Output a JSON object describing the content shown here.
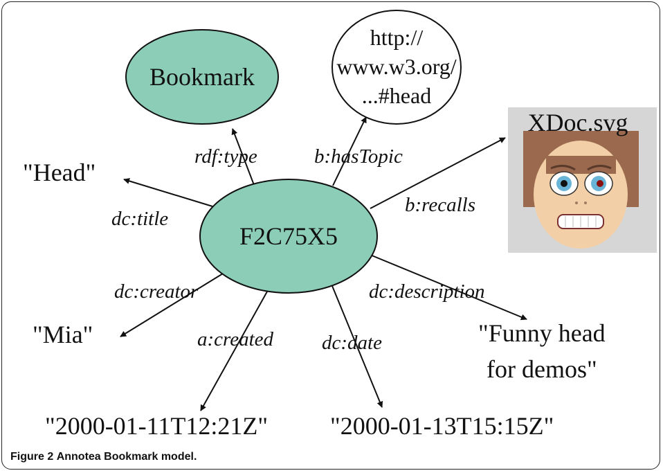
{
  "diagram": {
    "center_node": "F2C75X5",
    "type_node": "Bookmark",
    "topic_node": [
      "http://",
      "www.w3.org/",
      "...#head"
    ],
    "image_label": "XDoc.svg",
    "literals": {
      "title": "\"Head\"",
      "creator": "\"Mia\"",
      "created": "\"2000-01-11T12:21Z\"",
      "date": "\"2000-01-13T15:15Z\"",
      "description": [
        "\"Funny head",
        "for demos\""
      ]
    },
    "edges": {
      "type": "rdf:type",
      "topic": "b:hasTopic",
      "recalls": "b:recalls",
      "title": "dc:title",
      "creator": "dc:creator",
      "created": "a:created",
      "date": "dc:date",
      "description": "dc:description"
    },
    "colors": {
      "node_fill": "#8ccdb8",
      "face_bg": "#d6d6d6",
      "skin": "#f2cfa6",
      "hair": "#9b6a4e"
    }
  },
  "caption": {
    "label": "Figure 2",
    "text": "Annotea Bookmark model."
  }
}
